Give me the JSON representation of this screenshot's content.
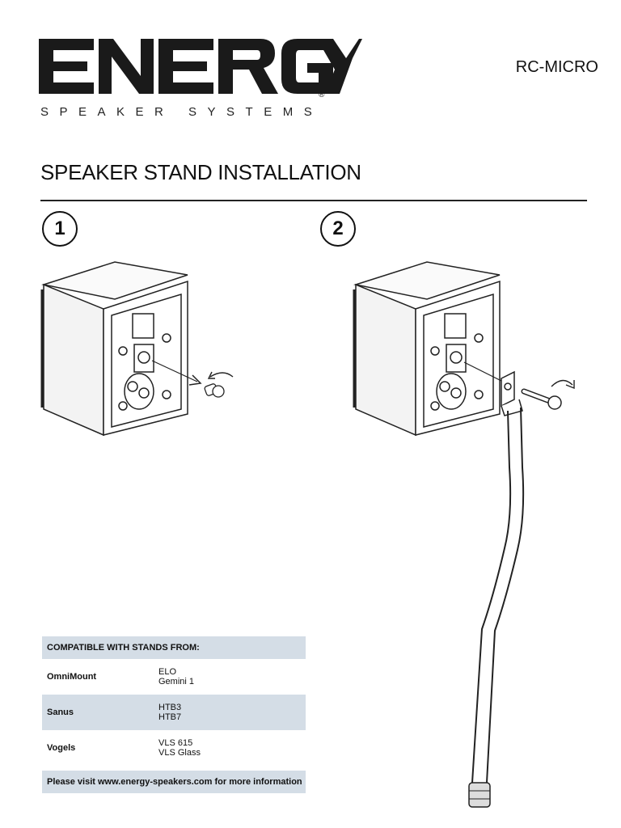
{
  "header": {
    "brand": "ENERGY",
    "registered": "®",
    "subtitle": "SPEAKER SYSTEMS",
    "model": "RC-MICRO"
  },
  "page": {
    "title": "SPEAKER STAND INSTALLATION",
    "steps": [
      "1",
      "2"
    ]
  },
  "compat_table": {
    "heading": "COMPATIBLE WITH STANDS FROM:",
    "rows": [
      {
        "brand": "OmniMount",
        "models": [
          "ELO",
          "Gemini 1"
        ]
      },
      {
        "brand": "Sanus",
        "models": [
          "HTB3",
          "HTB7"
        ]
      },
      {
        "brand": "Vogels",
        "models": [
          "VLS 615",
          "VLS Glass"
        ]
      }
    ],
    "footer": "Please visit  www.energy-speakers.com for more information"
  },
  "icons": [
    "speaker-illustration",
    "screw-icon",
    "rotate-arrow-icon",
    "stand-pole-illustration"
  ]
}
